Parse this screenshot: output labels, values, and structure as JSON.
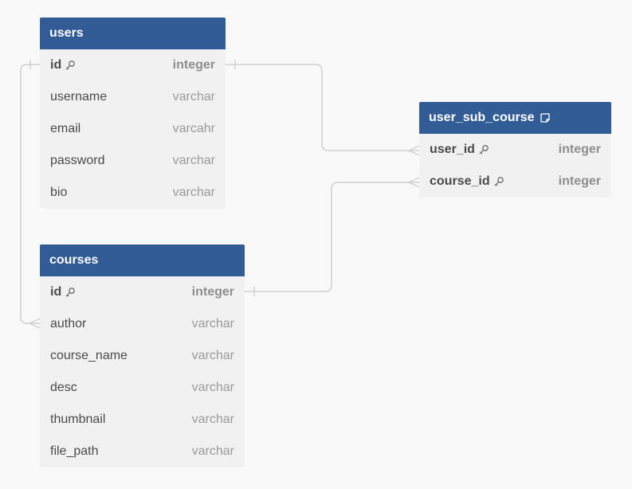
{
  "tables": {
    "users": {
      "name": "users",
      "columns": [
        {
          "name": "id",
          "type": "integer",
          "pk": true
        },
        {
          "name": "username",
          "type": "varchar"
        },
        {
          "name": "email",
          "type": "varcahr"
        },
        {
          "name": "password",
          "type": "varchar"
        },
        {
          "name": "bio",
          "type": "varchar"
        }
      ]
    },
    "courses": {
      "name": "courses",
      "columns": [
        {
          "name": "id",
          "type": "integer",
          "pk": true
        },
        {
          "name": "author",
          "type": "varchar"
        },
        {
          "name": "course_name",
          "type": "varchar"
        },
        {
          "name": "desc",
          "type": "varchar"
        },
        {
          "name": "thumbnail",
          "type": "varchar"
        },
        {
          "name": "file_path",
          "type": "varchar"
        }
      ]
    },
    "user_sub_course": {
      "name": "user_sub_course",
      "has_note": true,
      "columns": [
        {
          "name": "user_id",
          "type": "integer",
          "pk": true
        },
        {
          "name": "course_id",
          "type": "integer",
          "pk": true
        }
      ]
    }
  },
  "relationships": [
    {
      "from": "users.id",
      "to": "user_sub_course.user_id",
      "type": "one-to-many"
    },
    {
      "from": "courses.id",
      "to": "user_sub_course.course_id",
      "type": "one-to-many"
    },
    {
      "from": "users.id",
      "to": "courses.author",
      "type": "one-to-many"
    }
  ],
  "colors": {
    "header": "#325c96",
    "table_body": "#f1f1f2",
    "background": "#f9f9fa",
    "connector": "#cfcfd1"
  }
}
